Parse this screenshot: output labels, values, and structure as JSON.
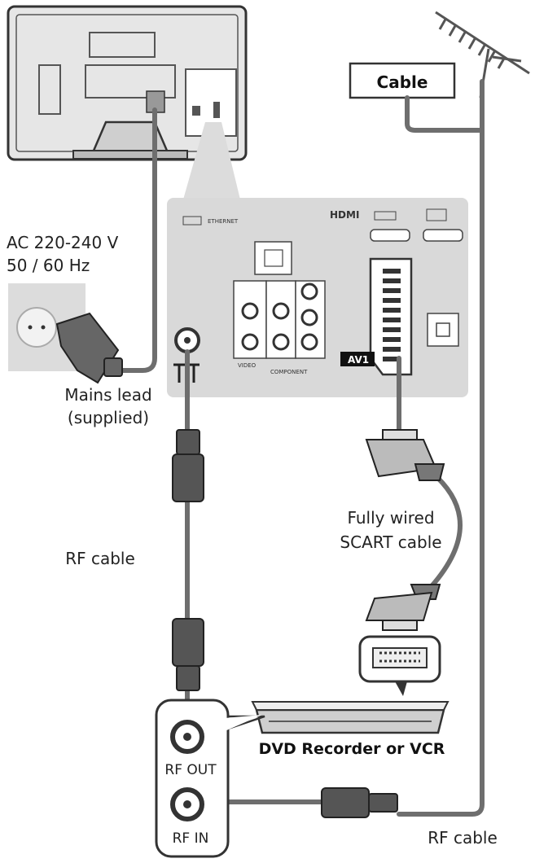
{
  "labels": {
    "cable": "Cable",
    "power": "AC 220-240 V",
    "frequency": "50 / 60 Hz",
    "mains_lead_1": "Mains lead",
    "mains_lead_2": "(supplied)",
    "rf_cable_left": "RF cable",
    "scart_cable_1": "Fully wired",
    "scart_cable_2": "SCART cable",
    "dvd_recorder": "DVD Recorder or VCR",
    "rf_out": "RF OUT",
    "rf_in": "RF IN",
    "rf_cable_bottom": "RF cable"
  },
  "panel_text": {
    "ethernet": "ETHERNET",
    "hdmi": "HDMI",
    "av1": "AV1",
    "video": "VIDEO",
    "component": "COMPONENT"
  },
  "colors": {
    "cable_gray": "#6e6e6e",
    "panel_gray": "#d9d9d9",
    "tv_frame": "#3a3a3a",
    "av1_badge": "#111111"
  }
}
